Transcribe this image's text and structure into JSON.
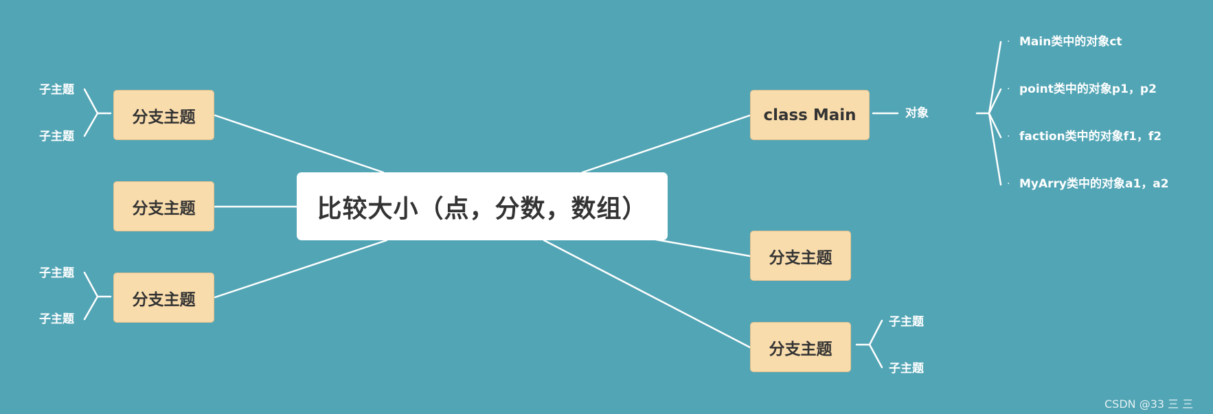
{
  "central": {
    "label": "比较大小（点，分数，数组）"
  },
  "branches": {
    "left_top": {
      "label": "分支主题",
      "subtopics": [
        "子主题",
        "子主题"
      ]
    },
    "left_mid": {
      "label": "分支主题"
    },
    "left_bottom": {
      "label": "分支主题",
      "subtopics": [
        "子主题",
        "子主题"
      ]
    },
    "class_main": {
      "label": "class Main",
      "child_label": "对象",
      "objects": [
        "Main类中的对象ct",
        "point类中的对象p1，p2",
        "faction类中的对象f1，f2",
        "MyArry类中的对象a1，a2"
      ]
    },
    "right_mid": {
      "label": "分支主题"
    },
    "right_bottom": {
      "label": "分支主题",
      "subtopics": [
        "子主题",
        "子主题"
      ]
    }
  },
  "watermark": "CSDN @33 三 三",
  "colors": {
    "background": "#52a5b5",
    "branch_fill": "#f9dcac",
    "connector": "#ffffff"
  }
}
